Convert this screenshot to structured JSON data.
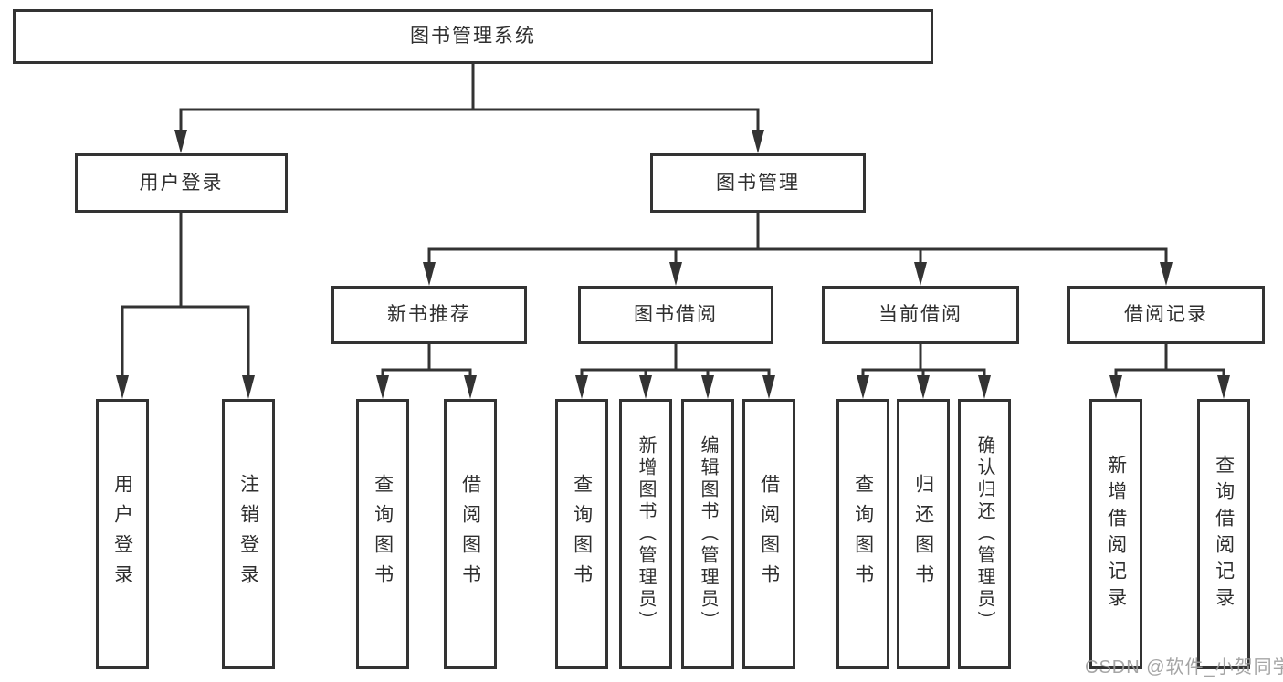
{
  "tree": {
    "root": {
      "label": "图书管理系统"
    },
    "children": [
      {
        "label": "用户登录",
        "children": [
          {
            "label": "用户登录"
          },
          {
            "label": "注销登录"
          }
        ]
      },
      {
        "label": "图书管理",
        "children": [
          {
            "label": "新书推荐",
            "children": [
              {
                "label": "查询图书"
              },
              {
                "label": "借阅图书"
              }
            ]
          },
          {
            "label": "图书借阅",
            "children": [
              {
                "label": "查询图书"
              },
              {
                "label": "新增图书（管理员）"
              },
              {
                "label": "编辑图书（管理员）"
              },
              {
                "label": "借阅图书"
              }
            ]
          },
          {
            "label": "当前借阅",
            "children": [
              {
                "label": "查询图书"
              },
              {
                "label": "归还图书"
              },
              {
                "label": "确认归还（管理员）"
              }
            ]
          },
          {
            "label": "借阅记录",
            "children": [
              {
                "label": "新增借阅记录"
              },
              {
                "label": "查询借阅记录"
              }
            ]
          }
        ]
      }
    ]
  },
  "watermark": {
    "text": "CSDN @软件_小贺同学",
    "color": "#9b9b9b"
  },
  "colors": {
    "line": "#333333",
    "box_border": "#333333",
    "text": "#2f2f2f",
    "background": "#ffffff"
  }
}
